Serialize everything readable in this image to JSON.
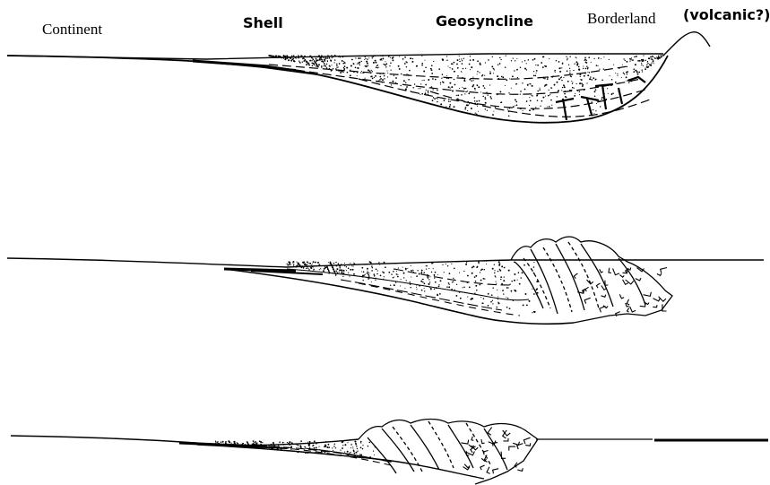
{
  "labels": {
    "continent": "Continent",
    "shelf": "Shell",
    "geosyncline": "Geosyncline",
    "borderland": "Borderland",
    "volcanic": "(volcanic?)"
  },
  "colors": {
    "ink": "#000000",
    "paper": "#ffffff"
  }
}
